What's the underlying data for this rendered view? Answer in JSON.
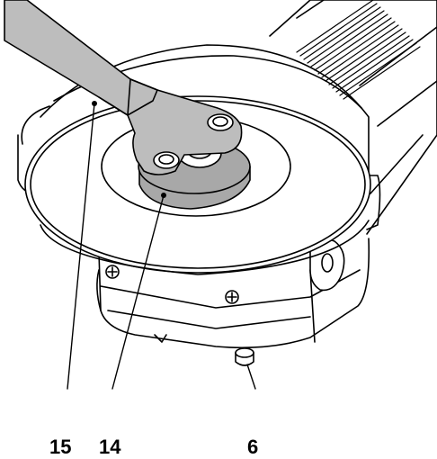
{
  "callouts": [
    {
      "id": "15",
      "label": "15"
    },
    {
      "id": "14",
      "label": "14"
    },
    {
      "id": "6",
      "label": "6"
    }
  ],
  "colors": {
    "line": "#000000",
    "wrench": "#bdbdbd",
    "flange_nut": "#a8a8a8",
    "housing": "#ffffff"
  }
}
